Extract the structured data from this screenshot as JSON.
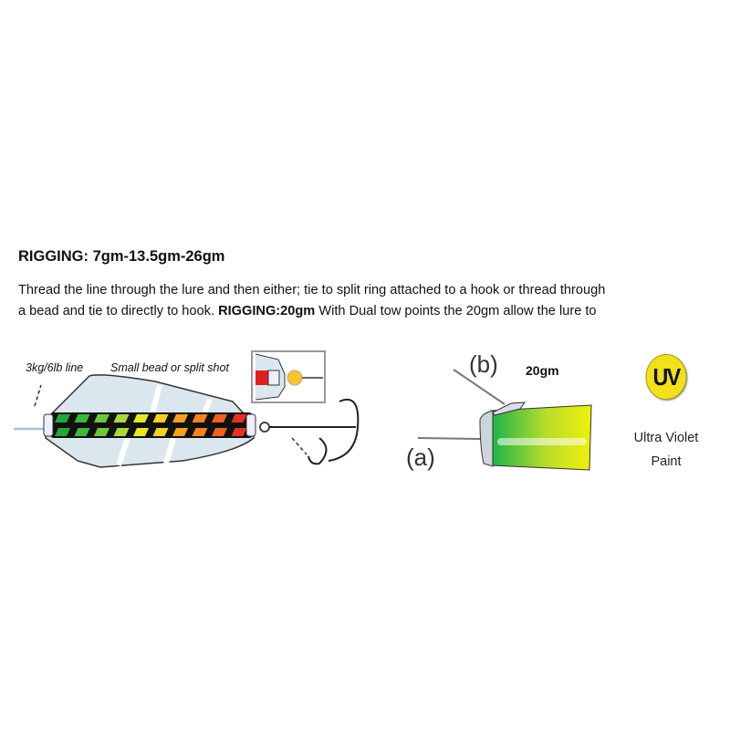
{
  "heading": "RIGGING: 7gm-13.5gm-26gm",
  "paragraph": {
    "line1": "Thread the line through the lure and then either; tie to split ring attached to a hook or thread through",
    "line2_prefix": "a bead and tie to directly to hook. ",
    "line2_bold": "RIGGING:20gm",
    "line2_suffix": " With Dual tow points the 20gm allow the lure to"
  },
  "diagram_left": {
    "line_label": "3kg/6lb line",
    "bead_label": "Small bead or split shot",
    "stripe_colors": [
      "#1fa83a",
      "#3cb93a",
      "#6cc83a",
      "#a8d83a",
      "#e6e62a",
      "#f5d020",
      "#f5a020",
      "#f58220",
      "#f06020",
      "#e83020"
    ]
  },
  "diagram_right": {
    "label_b": "(b)",
    "label_a": "(a)",
    "weight_label": "20gm"
  },
  "uv_badge": {
    "text": "UV",
    "caption_line1": "Ultra Violet",
    "caption_line2": "Paint",
    "color": "#f2e01a"
  }
}
